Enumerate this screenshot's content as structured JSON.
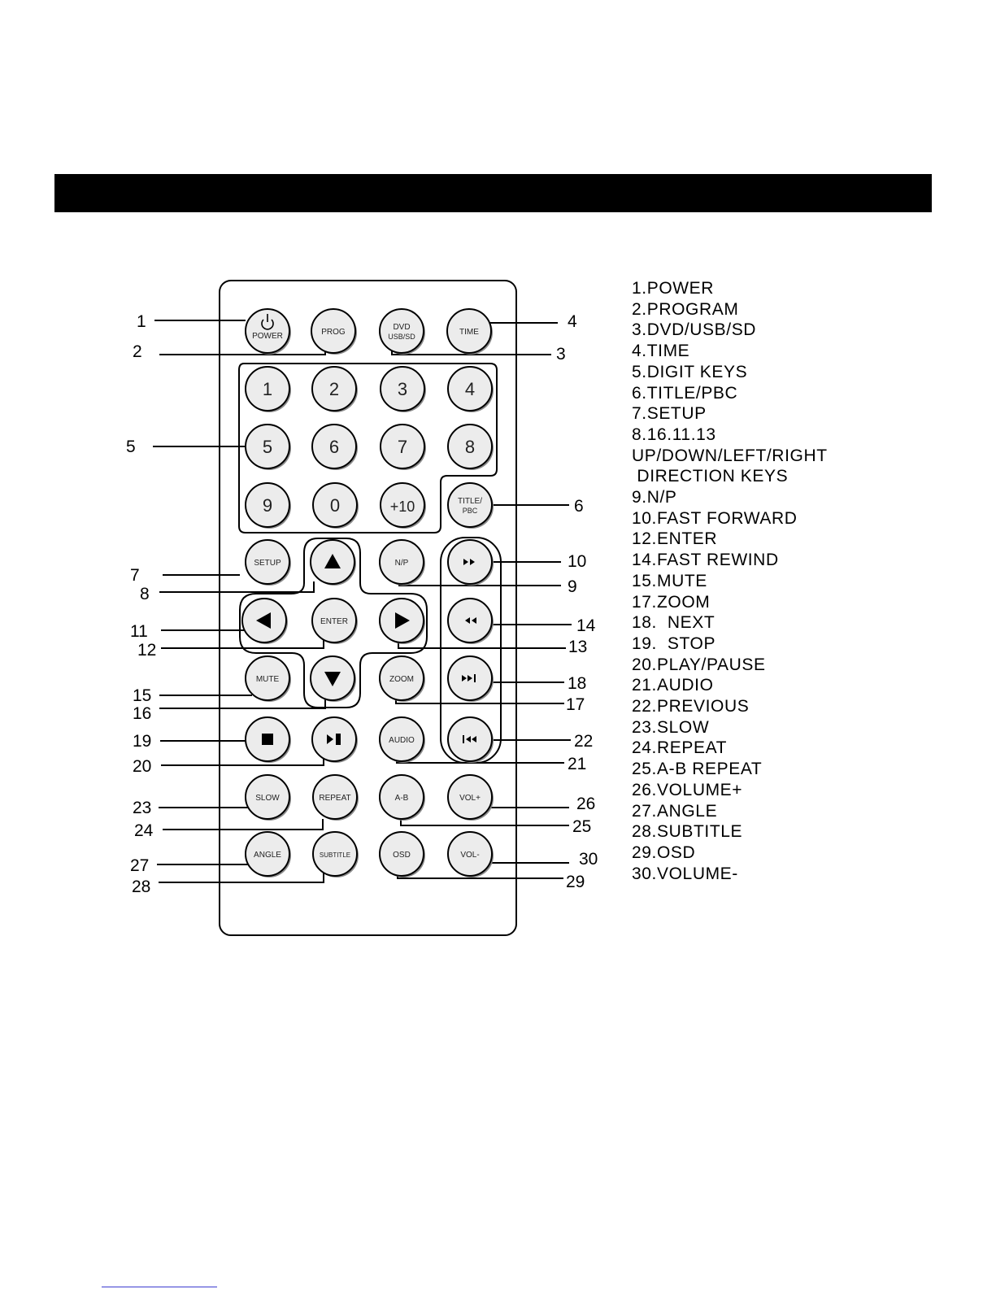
{
  "colors": {
    "bar": "#000000",
    "button_fill": "#ececec",
    "footer_rule": "#3b3bd0"
  },
  "remote": {
    "buttons": [
      {
        "id": "power",
        "label": "POWER",
        "icon": "power-icon"
      },
      {
        "id": "prog",
        "label": "PROG"
      },
      {
        "id": "dvd",
        "label": "DVD",
        "label2": "USB/SD"
      },
      {
        "id": "time",
        "label": "TIME"
      },
      {
        "id": "d1",
        "label": "1"
      },
      {
        "id": "d2",
        "label": "2"
      },
      {
        "id": "d3",
        "label": "3"
      },
      {
        "id": "d4",
        "label": "4"
      },
      {
        "id": "d5",
        "label": "5"
      },
      {
        "id": "d6",
        "label": "6"
      },
      {
        "id": "d7",
        "label": "7"
      },
      {
        "id": "d8",
        "label": "8"
      },
      {
        "id": "d9",
        "label": "9"
      },
      {
        "id": "d0",
        "label": "0"
      },
      {
        "id": "p10",
        "label": "+10"
      },
      {
        "id": "title",
        "label": "TITLE/",
        "label2": "PBC"
      },
      {
        "id": "setup",
        "label": "SETUP"
      },
      {
        "id": "up",
        "icon": "up-arrow-icon"
      },
      {
        "id": "np",
        "label": "N/P"
      },
      {
        "id": "ff",
        "icon": "fast-forward-icon"
      },
      {
        "id": "left",
        "icon": "left-arrow-icon"
      },
      {
        "id": "enter",
        "label": "ENTER"
      },
      {
        "id": "right",
        "icon": "right-arrow-icon"
      },
      {
        "id": "rew",
        "icon": "fast-rewind-icon"
      },
      {
        "id": "mute",
        "label": "MUTE"
      },
      {
        "id": "down",
        "icon": "down-arrow-icon"
      },
      {
        "id": "zoom",
        "label": "ZOOM"
      },
      {
        "id": "next",
        "icon": "next-icon"
      },
      {
        "id": "stop",
        "icon": "stop-icon"
      },
      {
        "id": "play",
        "icon": "play-pause-icon"
      },
      {
        "id": "audio",
        "label": "AUDIO"
      },
      {
        "id": "prev",
        "icon": "previous-icon"
      },
      {
        "id": "slow",
        "label": "SLOW"
      },
      {
        "id": "repeat",
        "label": "REPEAT"
      },
      {
        "id": "ab",
        "label": "A-B"
      },
      {
        "id": "volp",
        "label": "VOL+"
      },
      {
        "id": "angle",
        "label": "ANGLE"
      },
      {
        "id": "subtitle",
        "label": "SUBTITLE"
      },
      {
        "id": "osd",
        "label": "OSD"
      },
      {
        "id": "volm",
        "label": "VOL-"
      }
    ],
    "callouts": [
      "1",
      "2",
      "3",
      "4",
      "5",
      "6",
      "7",
      "8",
      "9",
      "10",
      "11",
      "12",
      "13",
      "14",
      "15",
      "16",
      "17",
      "18",
      "19",
      "20",
      "21",
      "22",
      "23",
      "24",
      "25",
      "26",
      "27",
      "28",
      "29",
      "30"
    ]
  },
  "legend": [
    "1.POWER",
    "2.PROGRAM",
    "3.DVD/USB/SD",
    "4.TIME",
    "5.DIGIT KEYS",
    "6.TITLE/PBC",
    "7.SETUP",
    "8.16.11.13",
    "UP/DOWN/LEFT/RIGHT",
    " DIRECTION KEYS",
    "9.N/P",
    "10.FAST FORWARD",
    "12.ENTER",
    "14.FAST REWIND",
    "15.MUTE",
    "17.ZOOM",
    "18.  NEXT",
    "19.  STOP",
    "20.PLAY/PAUSE",
    "21.AUDIO",
    "22.PREVIOUS",
    "23.SLOW",
    "24.REPEAT",
    "25.A-B REPEAT",
    "26.VOLUME+",
    "27.ANGLE",
    "28.SUBTITLE",
    "29.OSD",
    "30.VOLUME-"
  ]
}
